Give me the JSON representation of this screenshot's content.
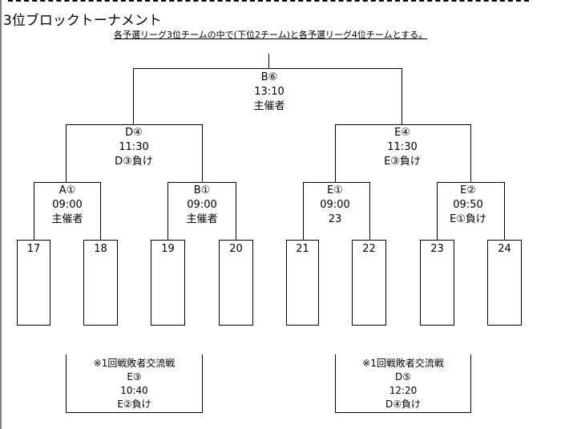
{
  "title": "3位ブロックトーナメント",
  "note": "各予選リーグ3位チームの中で(下位2チーム)と各予選リーグ4位チームとする。",
  "final": {
    "code": "B⑥",
    "time": "13:10",
    "info": "主催者"
  },
  "semis": [
    {
      "code": "D④",
      "time": "11:30",
      "info": "D③負け"
    },
    {
      "code": "E④",
      "time": "11:30",
      "info": "E③負け"
    }
  ],
  "quarters": [
    {
      "code": "A①",
      "time": "09:00",
      "info": "主催者"
    },
    {
      "code": "B①",
      "time": "09:00",
      "info": "主催者"
    },
    {
      "code": "E①",
      "time": "09:00",
      "info": "23"
    },
    {
      "code": "E②",
      "time": "09:50",
      "info": "E①負け"
    }
  ],
  "teams": [
    "17",
    "18",
    "19",
    "20",
    "21",
    "22",
    "23",
    "24"
  ],
  "consolation": [
    {
      "heading": "※1回戦敗者交流戦",
      "code": "E③",
      "time": "10:40",
      "info": "E②負け"
    },
    {
      "heading": "※1回戦敗者交流戦",
      "code": "D⑤",
      "time": "12:20",
      "info": "D④負け"
    }
  ]
}
